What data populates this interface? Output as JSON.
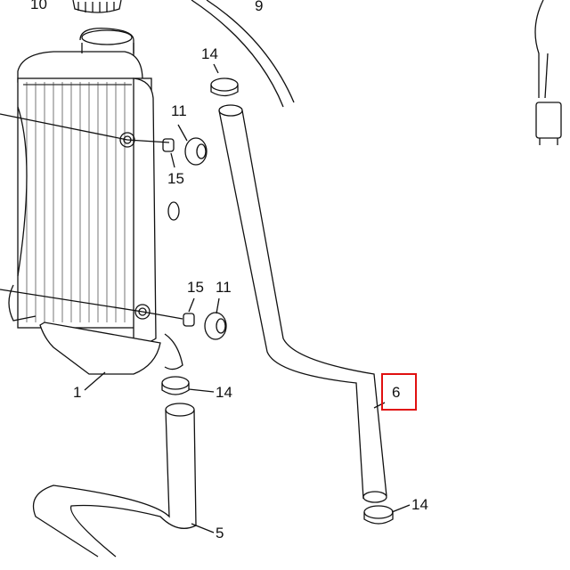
{
  "callouts": {
    "c10": "10",
    "c9": "9",
    "c14a": "14",
    "c11a": "11",
    "c15a": "15",
    "c15b": "15",
    "c11b": "11",
    "c1": "1",
    "c14b": "14",
    "c6": "6",
    "c14c": "14",
    "c5": "5"
  },
  "highlight": {
    "part": "6",
    "color": "#e01010"
  }
}
